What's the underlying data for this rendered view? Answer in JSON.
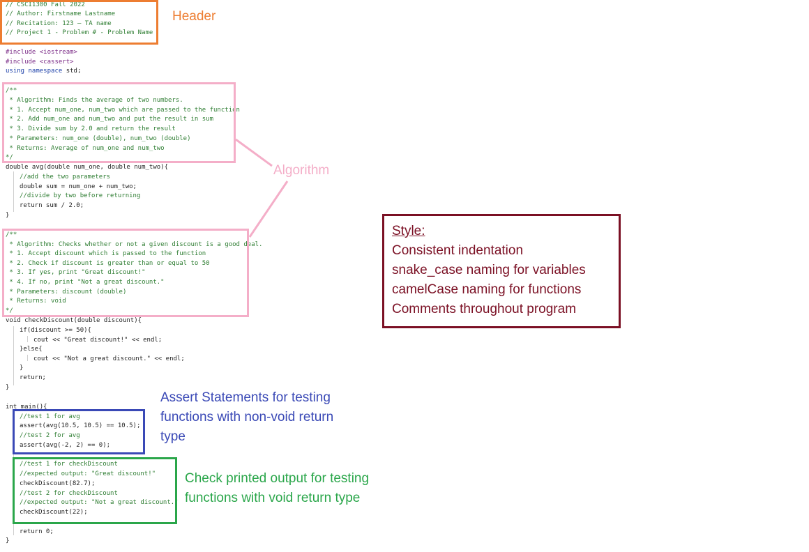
{
  "code": {
    "header_comment": [
      "// CSCI1300 Fall 2022",
      "// Author: Firstname Lastname",
      "// Recitation: 123 – TA name",
      "// Project 1 - Problem # - Problem Name"
    ],
    "includes": [
      "#include <iostream>",
      "#include <cassert>"
    ],
    "using_kw": "using namespace",
    "using_rest": " std;",
    "avg_doc": [
      "/**",
      " * Algorithm: Finds the average of two numbers.",
      " * 1. Accept num_one, num_two which are passed to the function",
      " * 2. Add num_one and num_two and put the result in sum",
      " * 3. Divide sum by 2.0 and return the result",
      " * Parameters: num_one (double), num_two (double)",
      " * Returns: Average of num_one and num_two",
      "*/"
    ],
    "avg_sig": "double avg(double num_one, double num_two){",
    "avg_c1": "//add the two parameters",
    "avg_l1": "double sum = num_one + num_two;",
    "avg_c2": "//divide by two before returning",
    "avg_l2": "return sum / 2.0;",
    "close_brace": "}",
    "discount_doc": [
      "/**",
      " * Algorithm: Checks whether or not a given discount is a good deal.",
      " * 1. Accept discount which is passed to the function",
      " * 2. Check if discount is greater than or equal to 50",
      " * 3. If yes, print \"Great discount!\"",
      " * 4. If no, print \"Not a great discount.\"",
      " * Parameters: discount (double)",
      " * Returns: void",
      "*/"
    ],
    "cd_sig": "void checkDiscount(double discount){",
    "cd_if": "if(discount >= 50){",
    "cd_cout1": "cout << \"Great discount!\" << endl;",
    "cd_else": "}else{",
    "cd_cout2": "cout << \"Not a great discount.\" << endl;",
    "cd_inner_close": "}",
    "cd_return": "return;",
    "main_sig": "int main(){",
    "asserts": [
      "//test 1 for avg",
      "assert(avg(10.5, 10.5) == 10.5);",
      "//test 2 for avg",
      "assert(avg(-2, 2) == 0);"
    ],
    "print_tests": [
      "//test 1 for checkDiscount",
      "//expected output: \"Great discount!\"",
      "checkDiscount(82.7);",
      "//test 2 for checkDiscount",
      "//expected output: \"Not a great discount.\"",
      "checkDiscount(22);"
    ],
    "main_return": "return 0;",
    "main_close": "}"
  },
  "annotations": {
    "header": "Header",
    "algorithm": "Algorithm",
    "assert": [
      "Assert Statements for testing",
      "functions with non-void return",
      "type"
    ],
    "print": [
      "Check printed output for testing",
      "functions with void return type"
    ]
  },
  "style_box": {
    "title": "Style:",
    "items": [
      "Consistent indentation",
      "snake_case naming for variables",
      "camelCase naming for functions",
      "Comments throughout program"
    ]
  },
  "colors": {
    "header": "#ed7d31",
    "algorithm": "#f4aec8",
    "assert": "#3a49b6",
    "print": "#2aa64a",
    "style": "#7b1024"
  }
}
